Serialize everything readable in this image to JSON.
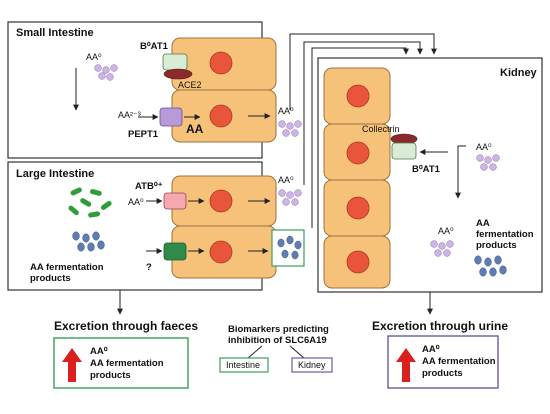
{
  "panels": {
    "small_intestine": {
      "title": "Small Intestine"
    },
    "large_intestine": {
      "title": "Large Intestine"
    },
    "kidney": {
      "title": "Kidney"
    }
  },
  "labels": {
    "b0at1_si": "B⁰AT1",
    "ace2": "ACE2",
    "aa0_si_lumen": "AA⁰",
    "aa23": "AA²⁻³",
    "pept1": "PEPT1",
    "aa_cell": "AA",
    "aa0_si_out": "AA⁰",
    "atb0": "ATB⁰⁺",
    "aa0_li_in": "AA⁰",
    "aa0_li_out": "AA⁰",
    "question": "?",
    "aa_ferm_line1": "AA fermentation",
    "aa_ferm_line2": "products",
    "collectrin": "Collectrin",
    "b0at1_k": "B⁰AT1",
    "aa0_k_top": "AA⁰",
    "aa0_k_left": "AA⁰",
    "k_ferm_line1": "AA",
    "k_ferm_line2": "fermentation",
    "k_ferm_line3": "products"
  },
  "outputs": {
    "faeces": {
      "heading": "Excretion through faeces",
      "line1": "AA⁰",
      "line2": "AA fermentation",
      "line3": "products"
    },
    "urine": {
      "heading": "Excretion through urine",
      "line1": "AA⁰",
      "line2": "AA fermentation",
      "line3": "products"
    }
  },
  "biomarkers": {
    "line1": "Biomarkers predicting",
    "line2": "inhibition of SLC6A19",
    "intestine": "Intestine",
    "kidney": "Kidney"
  },
  "colors": {
    "intestine_border": "#3aa05a",
    "kidney_border": "#6a5aa8",
    "red_arrow": "#d9201f",
    "cell": "#f6c27a",
    "nucleus": "#e8553a"
  }
}
